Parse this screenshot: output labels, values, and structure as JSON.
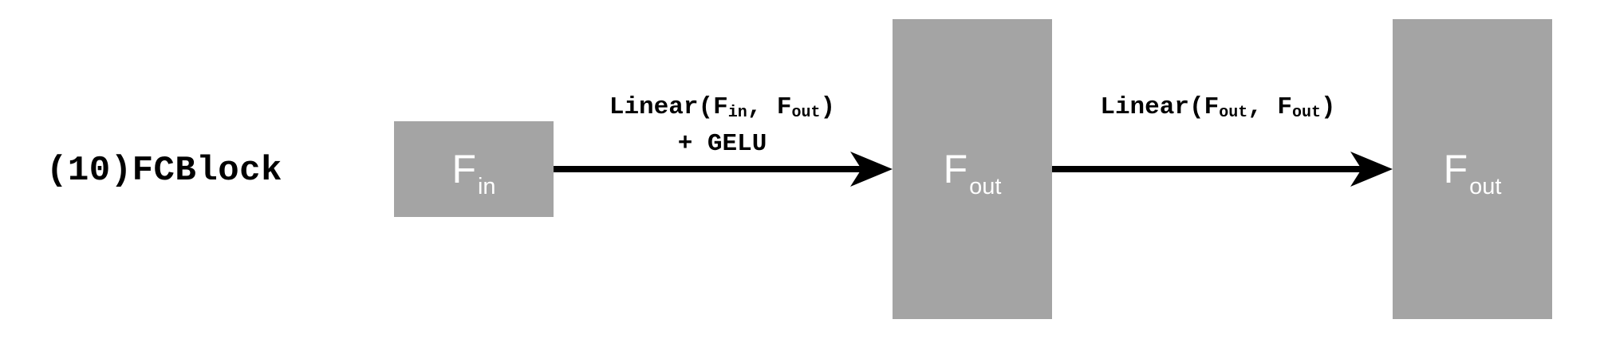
{
  "title": "(10)FCBlock",
  "boxes": {
    "input": {
      "main": "F",
      "sub": "in"
    },
    "middle": {
      "main": "F",
      "sub": "out"
    },
    "output": {
      "main": "F",
      "sub": "out"
    }
  },
  "edges": {
    "first": {
      "fn": "Linear(",
      "arg1_main": "F",
      "arg1_sub": "in",
      "sep": ", ",
      "arg2_main": "F",
      "arg2_sub": "out",
      "close": ")",
      "activation": "+ GELU"
    },
    "second": {
      "fn": "Linear(",
      "arg1_main": "F",
      "arg1_sub": "out",
      "sep": ", ",
      "arg2_main": "F",
      "arg2_sub": "out",
      "close": ")"
    }
  },
  "colors": {
    "box_fill": "#a4a4a4",
    "box_text": "#ffffff",
    "arrow": "#000000",
    "text": "#000000"
  }
}
